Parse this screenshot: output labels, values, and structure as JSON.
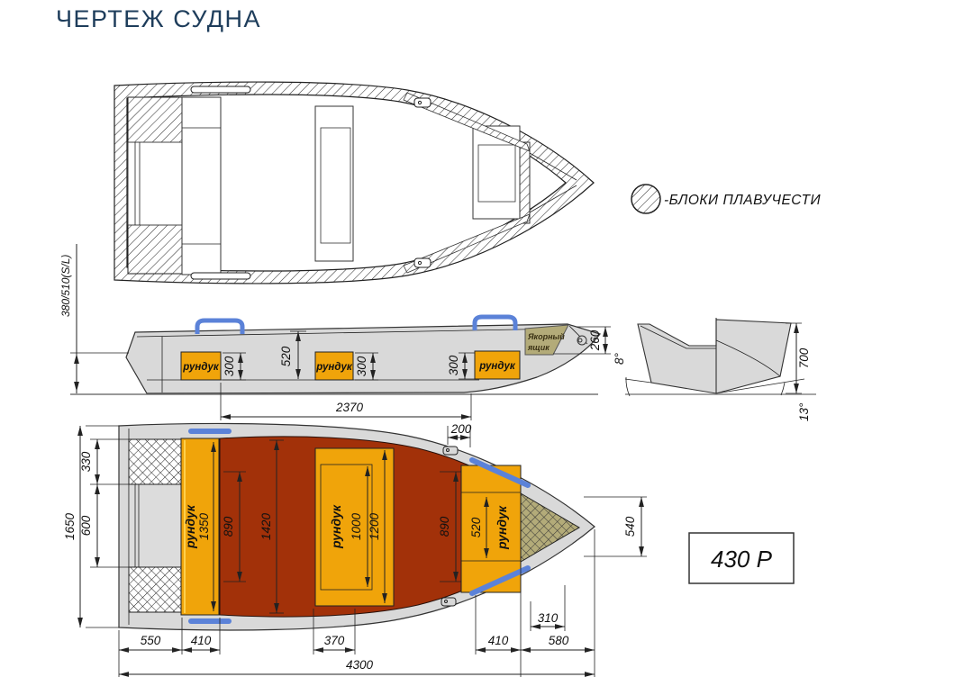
{
  "page": {
    "title": "ЧЕРТЕЖ СУДНА"
  },
  "legend": {
    "label": "-БЛОКИ ПЛАВУЧЕСТИ"
  },
  "model_badge": "430 Р",
  "colors": {
    "title": "#1e3d5b",
    "hull": "#d9d9d9",
    "locker": "#f0a40a",
    "floor": "#a23109",
    "anchor_box": "#b3ab79",
    "rail": "#5b82d8",
    "line": "#222222"
  },
  "side_view": {
    "lockers": [
      "рундук",
      "рундук",
      "рундук"
    ],
    "anchor_box_line1": "Якорный",
    "anchor_box_line2": "ящик",
    "dims": {
      "transom_height": "380/510(S/L)",
      "locker1_h": "300",
      "cockpit_depth": "520",
      "locker2_h": "300",
      "locker3_h": "300",
      "bow_box_h": "260",
      "cockpit_len": "2370"
    }
  },
  "section_view": {
    "dims": {
      "angle_stern": "8°",
      "height": "700",
      "angle_bow": "13°"
    }
  },
  "plan_view": {
    "lockers": {
      "aft": "рундук",
      "mid": "рундук",
      "bow": "рундук"
    },
    "dims": {
      "d330": "330",
      "d600": "600",
      "d1650": "1650",
      "d1350": "1350",
      "d890a": "890",
      "d1420": "1420",
      "d1000": "1000",
      "d1200": "1200",
      "d890b": "890",
      "d520": "520",
      "d200": "200",
      "d540": "540",
      "d310": "310",
      "d550": "550",
      "d410a": "410",
      "d370": "370",
      "d410b": "410",
      "d580": "580",
      "d4300": "4300"
    }
  }
}
